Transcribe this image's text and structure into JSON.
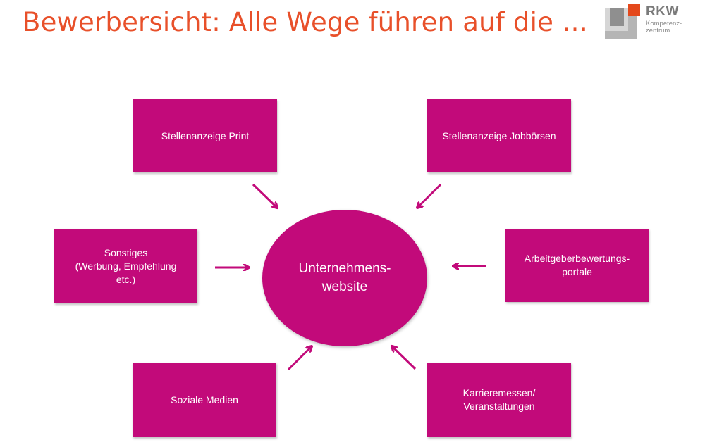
{
  "title": "Bewerbersicht: Alle Wege führen auf die …",
  "logo": {
    "brand": "RKW",
    "subtitle": "Kompetenz-\nzentrum"
  },
  "colors": {
    "magenta": "#c20a7a",
    "title_orange": "#e8502a",
    "logo_red": "#e4491c",
    "logo_gray": "#9a9a9a"
  },
  "diagram": {
    "center": "Unternehmens-\nwebsite",
    "nodes": [
      {
        "id": "print",
        "label": "Stellenanzeige Print"
      },
      {
        "id": "jobboersen",
        "label": "Stellenanzeige Jobbörsen"
      },
      {
        "id": "sonstiges",
        "label": "Sonstiges\n(Werbung, Empfehlung\netc.)"
      },
      {
        "id": "arbeitgeber",
        "label": "Arbeitgeberbewertungs-\nportale"
      },
      {
        "id": "soziale",
        "label": "Soziale Medien"
      },
      {
        "id": "karriere",
        "label": "Karrieremessen/\nVeranstaltungen"
      }
    ]
  }
}
